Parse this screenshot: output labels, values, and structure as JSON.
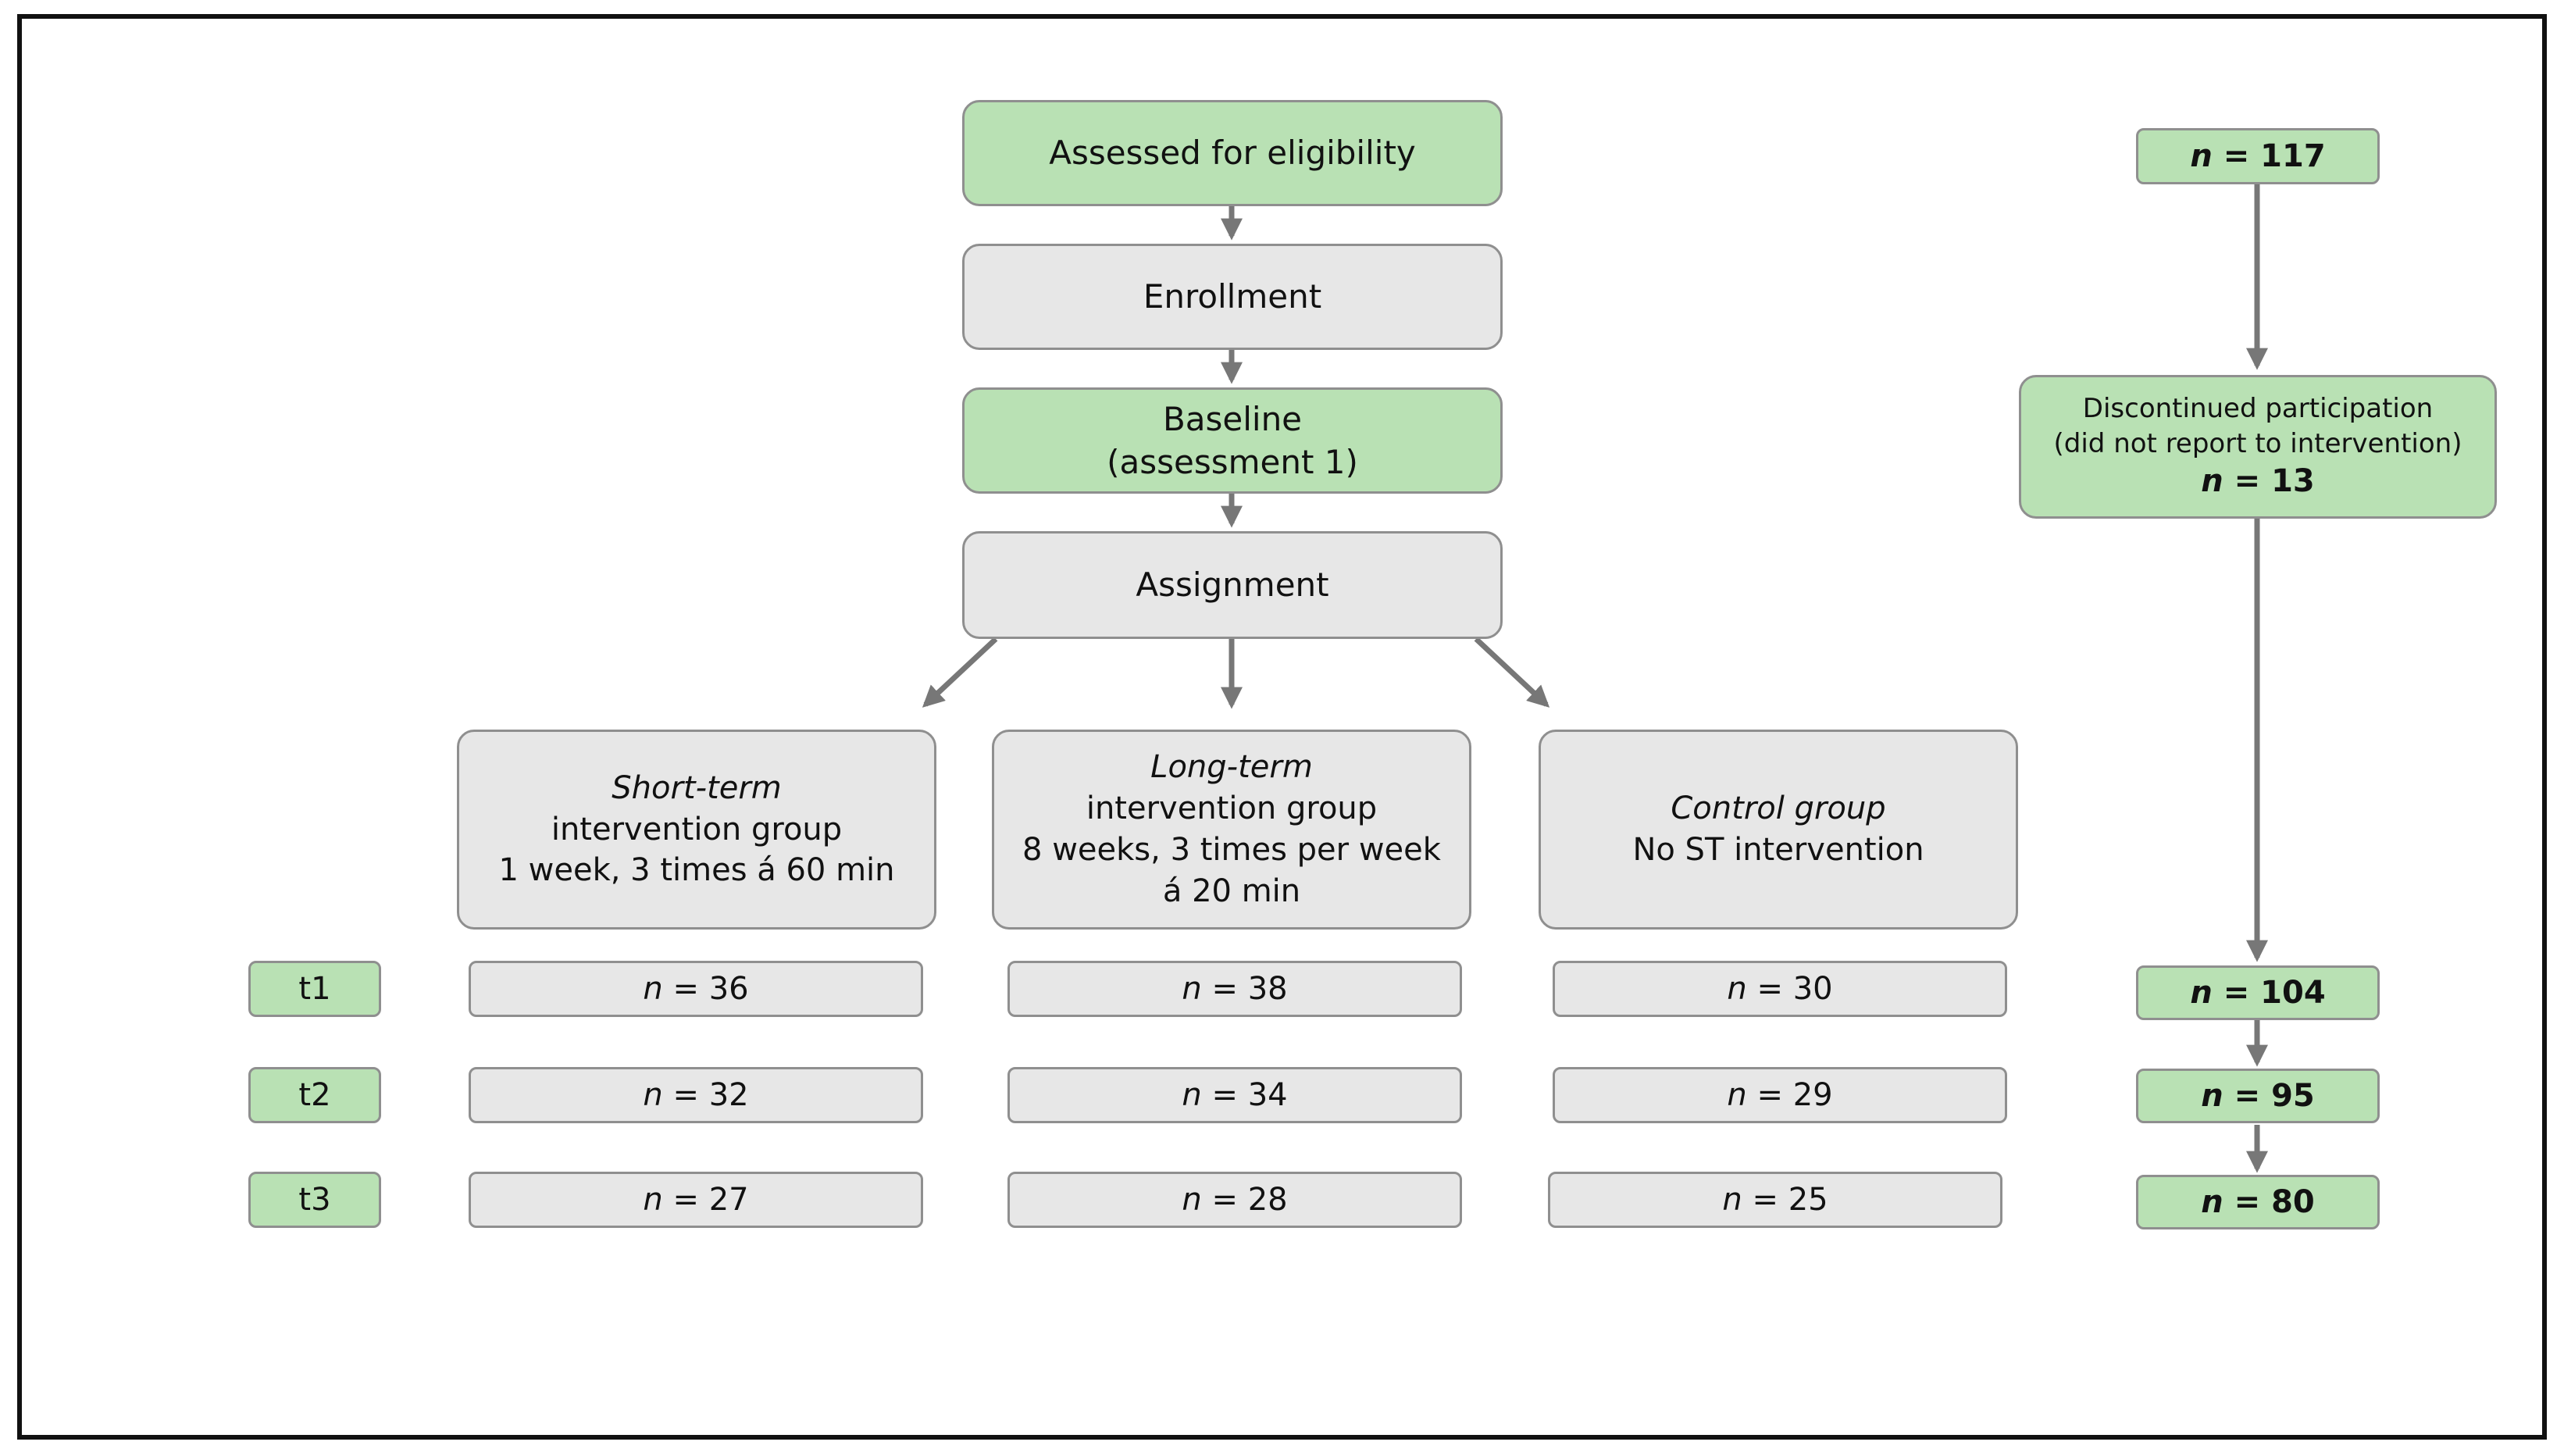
{
  "flow": {
    "assessed": "Assessed for eligibility",
    "enrollment": "Enrollment",
    "baseline_line1": "Baseline",
    "baseline_line2": "(assessment 1)",
    "assignment": "Assignment"
  },
  "groups": {
    "short_term": {
      "title": "Short-term",
      "line2": "intervention group",
      "line3": "1 week, 3 times á 60 min"
    },
    "long_term": {
      "title": "Long-term",
      "line2": "intervention group",
      "line3": "8 weeks, 3 times per week",
      "line4": "á 20 min"
    },
    "control": {
      "title": "Control group",
      "line2": "No ST intervention"
    }
  },
  "timepoints": [
    "t1",
    "t2",
    "t3"
  ],
  "counts": {
    "short_term": [
      "36",
      "32",
      "27"
    ],
    "long_term": [
      "38",
      "34",
      "28"
    ],
    "control": [
      "30",
      "29",
      "25"
    ]
  },
  "n_symbol": "n",
  "equals": " = ",
  "side": {
    "total": "117",
    "discontinued_line1": "Discontinued participation",
    "discontinued_line2": "(did not report to intervention)",
    "discontinued_n": "13",
    "t1": "104",
    "t2": "95",
    "t3": "80"
  },
  "colors": {
    "green_fill": "#b9e1b4",
    "gray_fill": "#e7e7e7",
    "border": "#8f8f8f",
    "arrow": "#777777"
  }
}
